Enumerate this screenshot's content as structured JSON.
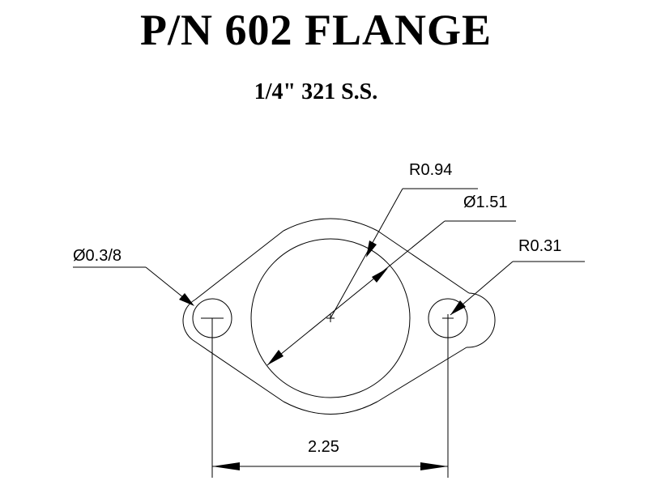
{
  "title": "P/N 602 FLANGE",
  "subtitle": "1/4\" 321 S.S.",
  "dimensions": {
    "bolt_hole_diameter": "Ø0.3/8",
    "lobe_radius": "R0.94",
    "bore_diameter": "Ø1.51",
    "ear_radius": "R0.31",
    "bolt_spacing": "2.25"
  }
}
